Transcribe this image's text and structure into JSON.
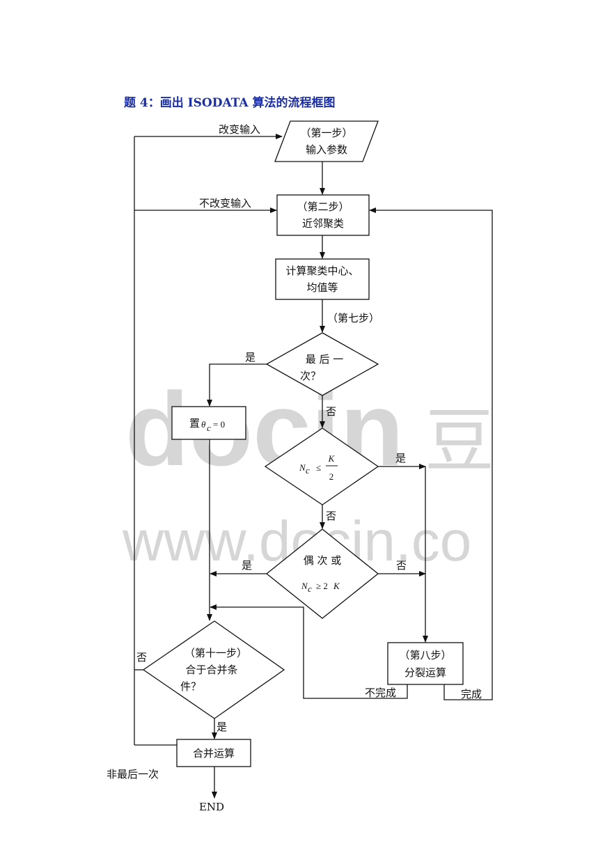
{
  "title": "题 4：画出 ISODATA 算法的流程框图",
  "watermark": {
    "logo": "docin",
    "url": "www.docin.co",
    "brand_char": "豆"
  },
  "nodes": {
    "step1": {
      "line1": "（第一步）",
      "line2": "输入参数"
    },
    "step2": {
      "line1": "（第二步）",
      "line2": "近邻聚类"
    },
    "compute": {
      "line1": "计算聚类中心、",
      "line2": "均值等"
    },
    "step7_label": "（第七步）",
    "last": {
      "line1": "最  后  一",
      "line2": "次？"
    },
    "set_theta": {
      "text": "置",
      "symbol": "θ",
      "sub": "c",
      "eq": "= 0"
    },
    "nc_cond": {
      "N": "N",
      "sub": "c",
      "op": "≤",
      "num": "K",
      "den": "2"
    },
    "even": {
      "line1": "偶  次  或",
      "N": "N",
      "sub": "c",
      "op": "≥ 2",
      "K": "K"
    },
    "step8": {
      "line1": "（第八步）",
      "line2": "分裂运算"
    },
    "step11": {
      "line1": "（第十一步）",
      "line2": "合于合并条",
      "line3": "件？"
    },
    "merge": {
      "text": "合并运算"
    },
    "end": "END"
  },
  "edges": {
    "change_input": "改变输入",
    "no_change_input": "不改变输入",
    "yes_last": "是",
    "no_last": "否",
    "yes_nc": "是",
    "no_nc": "否",
    "yes_even": "是",
    "no_even": "否",
    "no_merge": "否",
    "yes_merge": "是",
    "split_incomplete": "不完成",
    "split_complete": "完成",
    "not_last": "非最后一次"
  },
  "colors": {
    "title": "#1c2fa0",
    "line": "#111111",
    "watermark": "#d6d6d6"
  }
}
